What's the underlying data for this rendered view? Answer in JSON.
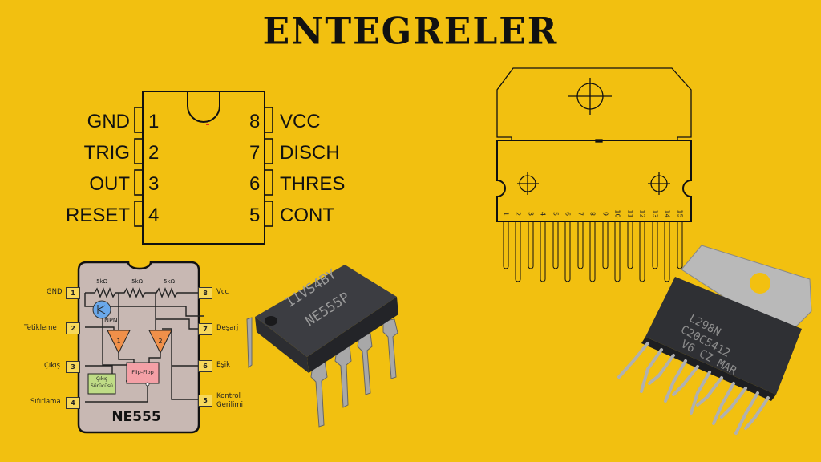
{
  "title": "ENTEGRELER",
  "colors": {
    "background": "#f2c010",
    "ink": "#111111",
    "block_body": "#c8b8b3",
    "comparator": "#f0904a",
    "flipflop": "#f4a0a6",
    "driver": "#bfdc86",
    "transistor": "#6aa8ea",
    "pin_box": "#f7d85a"
  },
  "pinout_555": {
    "left": [
      {
        "label": "GND",
        "number": "1"
      },
      {
        "label": "TRIG",
        "number": "2"
      },
      {
        "label": "OUT",
        "number": "3"
      },
      {
        "label": "RESET",
        "number": "4"
      }
    ],
    "right": [
      {
        "label": "VCC",
        "number": "8"
      },
      {
        "label": "DISCH",
        "number": "7"
      },
      {
        "label": "THRES",
        "number": "6"
      },
      {
        "label": "CONT",
        "number": "5"
      }
    ]
  },
  "ne555_block": {
    "chip_name": "NE555",
    "resistors": [
      "5kΩ",
      "5kΩ",
      "5kΩ"
    ],
    "transistor": "NPN",
    "comparators": [
      "1",
      "2"
    ],
    "flipflop": "Flip-Flop",
    "driver": [
      "Çıkış",
      "Sürücüsü"
    ],
    "left_pins": [
      {
        "number": "1",
        "label": "GND"
      },
      {
        "number": "2",
        "label": "Tetikleme"
      },
      {
        "number": "3",
        "label": "Çıkış"
      },
      {
        "number": "4",
        "label": "Sıfırlama"
      }
    ],
    "right_pins": [
      {
        "number": "8",
        "label": "Vcc"
      },
      {
        "number": "7",
        "label": "Deşarj"
      },
      {
        "number": "6",
        "label": "Eşik"
      },
      {
        "number": "5",
        "label": "Kontrol Gerilimi"
      }
    ]
  },
  "dip_photo": {
    "line1": "11VS4BY",
    "line2": "NE555P"
  },
  "multiwatt_outline": {
    "pins": [
      "1",
      "2",
      "3",
      "4",
      "5",
      "6",
      "7",
      "8",
      "9",
      "10",
      "11",
      "12",
      "13",
      "14",
      "15"
    ]
  },
  "multiwatt_photo": {
    "line1": "L298N",
    "line2": "C20C5412",
    "line3": "V6 CZ MAR"
  }
}
